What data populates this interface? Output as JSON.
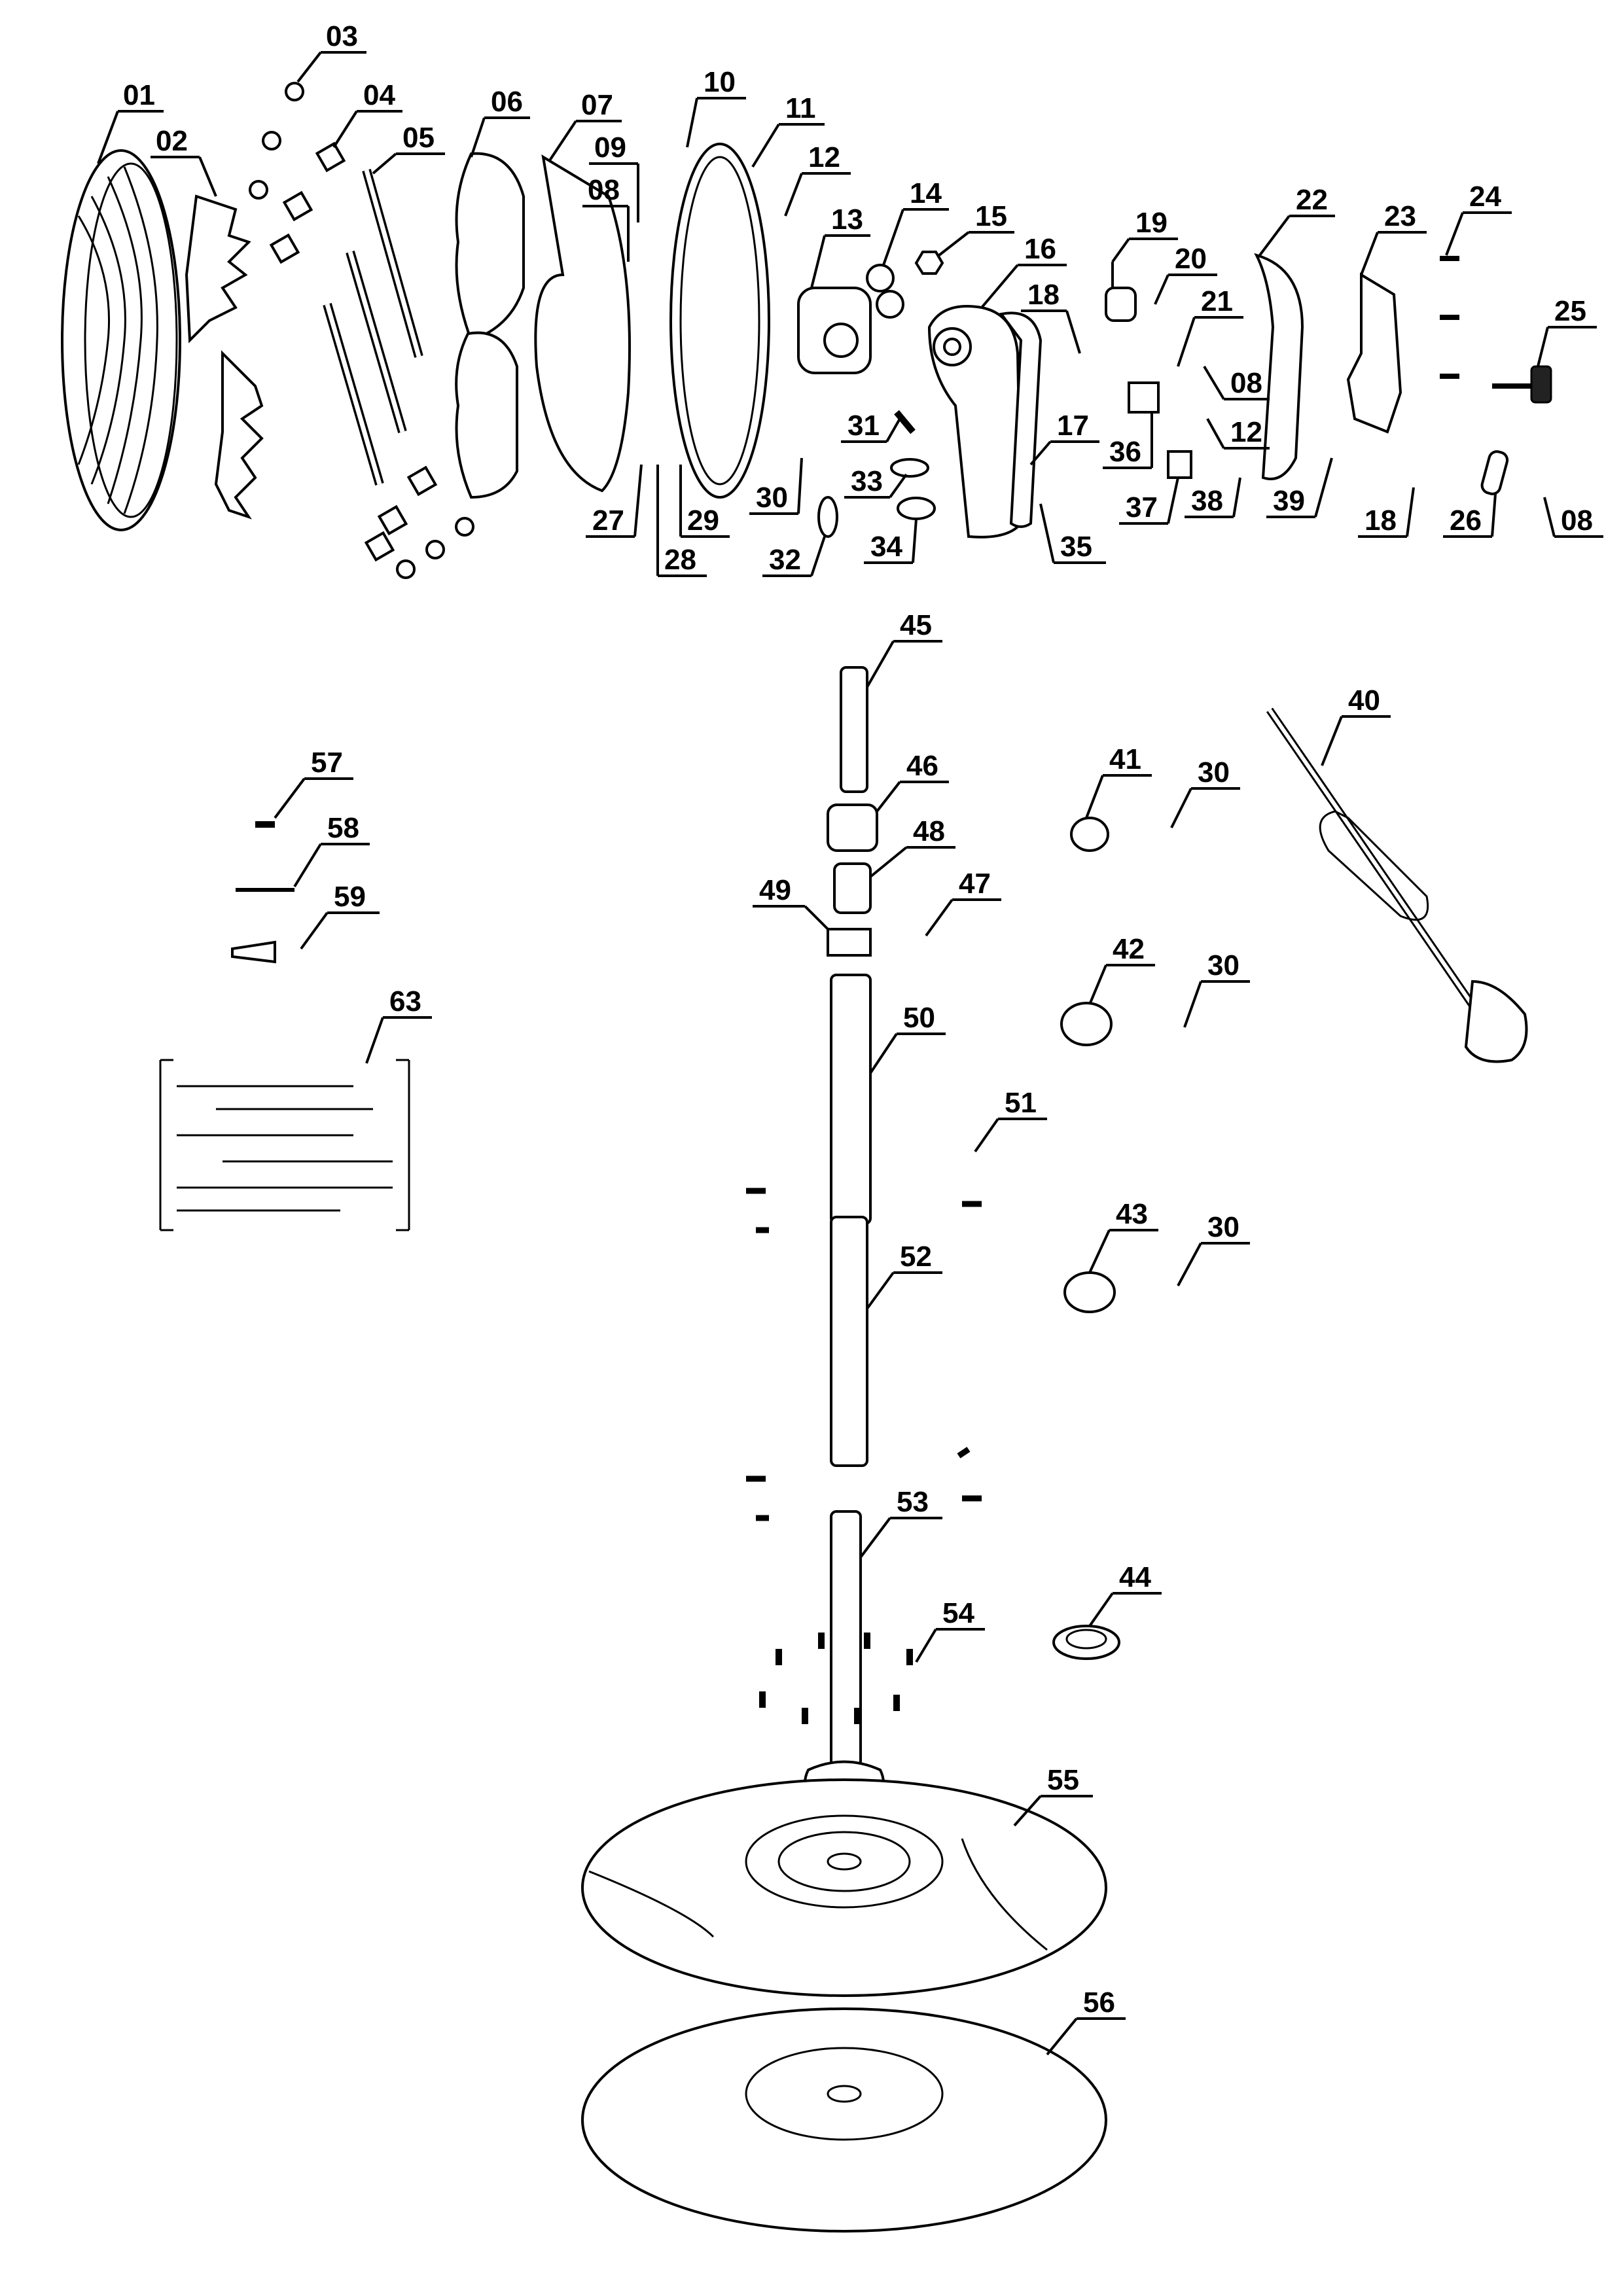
{
  "labels": {
    "p01": "01",
    "p02": "02",
    "p03": "03",
    "p04": "04",
    "p05": "05",
    "p06": "06",
    "p07": "07",
    "p08": "08",
    "p09": "09",
    "p10": "10",
    "p11": "11",
    "p12": "12",
    "p13": "13",
    "p14": "14",
    "p15": "15",
    "p16": "16",
    "p17": "17",
    "p18": "18",
    "p19": "19",
    "p20": "20",
    "p21": "21",
    "p22": "22",
    "p23": "23",
    "p24": "24",
    "p25": "25",
    "p26": "26",
    "p27": "27",
    "p28": "28",
    "p29": "29",
    "p30": "30",
    "p31": "31",
    "p32": "32",
    "p33": "33",
    "p34": "34",
    "p35": "35",
    "p36": "36",
    "p37": "37",
    "p38": "38",
    "p39": "39",
    "p40": "40",
    "p41": "41",
    "p42": "42",
    "p43": "43",
    "p44": "44",
    "p45": "45",
    "p46": "46",
    "p47": "47",
    "p48": "48",
    "p49": "49",
    "p50": "50",
    "p51": "51",
    "p52": "52",
    "p53": "53",
    "p54": "54",
    "p55": "55",
    "p56": "56",
    "p57": "57",
    "p58": "58",
    "p59": "59",
    "p63": "63"
  }
}
